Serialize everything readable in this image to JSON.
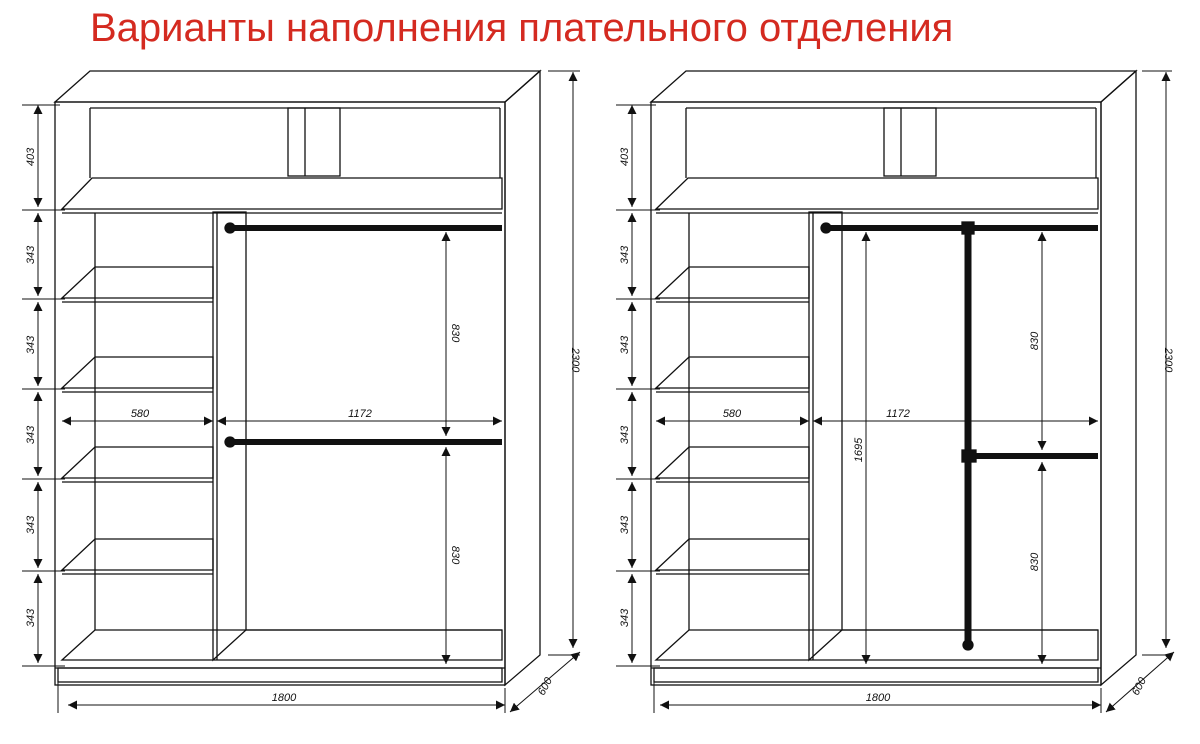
{
  "title": "Варианты наполнения плательного отделения",
  "colors": {
    "title": "#d42a20",
    "line": "#111111",
    "rod": "#111111"
  },
  "variants": [
    {
      "name": "variant-1",
      "dims": {
        "top_section": "403",
        "shelf_1": "343",
        "shelf_2": "343",
        "shelf_3": "343",
        "shelf_4": "343",
        "shelf_5": "343",
        "left_width": "580",
        "right_width": "1172",
        "upper_hanging": "830",
        "lower_hanging": "830",
        "total_height": "2300",
        "total_width": "1800",
        "depth": "600"
      }
    },
    {
      "name": "variant-2",
      "dims": {
        "top_section": "403",
        "shelf_1": "343",
        "shelf_2": "343",
        "shelf_3": "343",
        "shelf_4": "343",
        "shelf_5": "343",
        "left_width": "580",
        "right_width": "1172",
        "long_hanging": "1695",
        "upper_hanging": "830",
        "lower_hanging": "830",
        "total_height": "2300",
        "total_width": "1800",
        "depth": "600"
      }
    }
  ]
}
